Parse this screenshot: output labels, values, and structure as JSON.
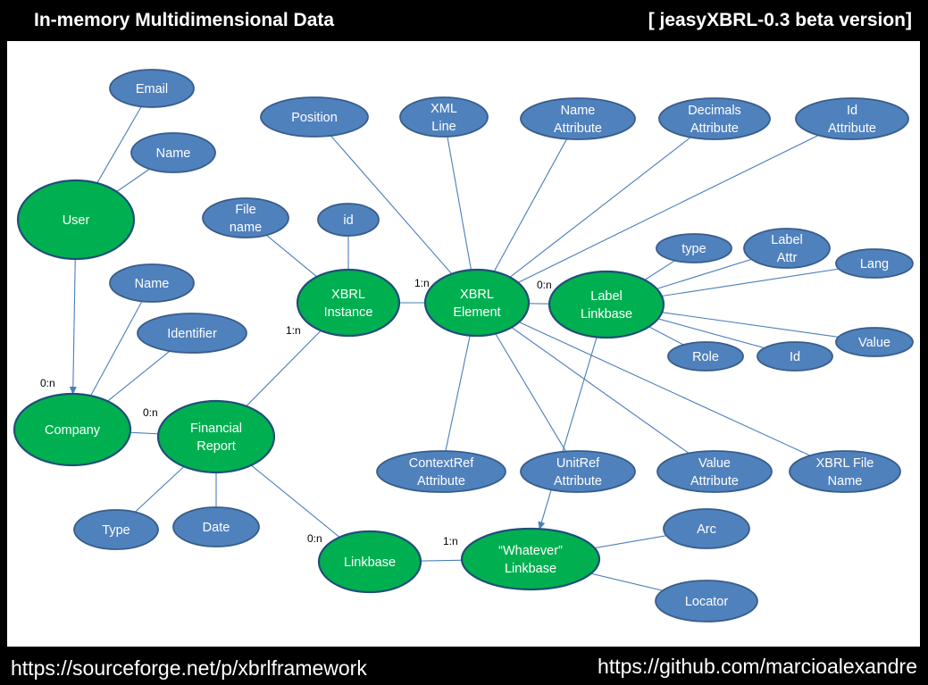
{
  "header": {
    "title": "In-memory Multidimensional Data",
    "version": "[ jeasyXBRL-0.3 beta version]"
  },
  "footer": {
    "left_url": "https://sourceforge.net/p/xbrlframework",
    "right_url": "https://github.com/marcioalexandre"
  },
  "colors": {
    "entity_fill": "#00b050",
    "entity_stroke": "#1f4e79",
    "attribute_fill": "#4f81bd",
    "attribute_stroke": "#385d8a",
    "line": "#4a7ebb"
  },
  "nodes": [
    {
      "id": "email",
      "kind": "attribute",
      "lines": [
        "Email"
      ]
    },
    {
      "id": "user-name",
      "kind": "attribute",
      "lines": [
        "Name"
      ]
    },
    {
      "id": "user",
      "kind": "entity",
      "lines": [
        "User"
      ]
    },
    {
      "id": "company-name",
      "kind": "attribute",
      "lines": [
        "Name"
      ]
    },
    {
      "id": "identifier",
      "kind": "attribute",
      "lines": [
        "Identifier"
      ]
    },
    {
      "id": "company",
      "kind": "entity",
      "lines": [
        "Company"
      ]
    },
    {
      "id": "financial-report",
      "kind": "entity",
      "lines": [
        "Financial",
        "Report"
      ]
    },
    {
      "id": "type-fr",
      "kind": "attribute",
      "lines": [
        "Type"
      ]
    },
    {
      "id": "date",
      "kind": "attribute",
      "lines": [
        "Date"
      ]
    },
    {
      "id": "file-name",
      "kind": "attribute",
      "lines": [
        "File",
        "name"
      ]
    },
    {
      "id": "instance-id",
      "kind": "attribute",
      "lines": [
        "id"
      ]
    },
    {
      "id": "xbrl-instance",
      "kind": "entity",
      "lines": [
        "XBRL",
        "Instance"
      ]
    },
    {
      "id": "position",
      "kind": "attribute",
      "lines": [
        "Position"
      ]
    },
    {
      "id": "xml-line",
      "kind": "attribute",
      "lines": [
        "XML",
        "Line"
      ]
    },
    {
      "id": "name-attribute",
      "kind": "attribute",
      "lines": [
        "Name",
        "Attribute"
      ]
    },
    {
      "id": "decimals-attribute",
      "kind": "attribute",
      "lines": [
        "Decimals",
        "Attribute"
      ]
    },
    {
      "id": "id-attribute",
      "kind": "attribute",
      "lines": [
        "Id",
        "Attribute"
      ]
    },
    {
      "id": "xbrl-element",
      "kind": "entity",
      "lines": [
        "XBRL",
        "Element"
      ]
    },
    {
      "id": "label-linkbase",
      "kind": "entity",
      "lines": [
        "Label",
        "Linkbase"
      ]
    },
    {
      "id": "label-type",
      "kind": "attribute",
      "lines": [
        "type"
      ]
    },
    {
      "id": "label-attr",
      "kind": "attribute",
      "lines": [
        "Label",
        "Attr"
      ]
    },
    {
      "id": "lang",
      "kind": "attribute",
      "lines": [
        "Lang"
      ]
    },
    {
      "id": "label-value",
      "kind": "attribute",
      "lines": [
        "Value"
      ]
    },
    {
      "id": "role",
      "kind": "attribute",
      "lines": [
        "Role"
      ]
    },
    {
      "id": "label-id",
      "kind": "attribute",
      "lines": [
        "Id"
      ]
    },
    {
      "id": "contextref-attribute",
      "kind": "attribute",
      "lines": [
        "ContextRef",
        "Attribute"
      ]
    },
    {
      "id": "unitref-attribute",
      "kind": "attribute",
      "lines": [
        "UnitRef",
        "Attribute"
      ]
    },
    {
      "id": "value-attribute",
      "kind": "attribute",
      "lines": [
        "Value",
        "Attribute"
      ]
    },
    {
      "id": "xbrl-file-name",
      "kind": "attribute",
      "lines": [
        "XBRL File",
        "Name"
      ]
    },
    {
      "id": "linkbase",
      "kind": "entity",
      "lines": [
        "Linkbase"
      ]
    },
    {
      "id": "whatever-linkbase",
      "kind": "entity",
      "lines": [
        "“Whatever”",
        "Linkbase"
      ]
    },
    {
      "id": "arc",
      "kind": "attribute",
      "lines": [
        "Arc"
      ]
    },
    {
      "id": "locator",
      "kind": "attribute",
      "lines": [
        "Locator"
      ]
    }
  ],
  "edges": [
    {
      "from": "user",
      "to": "email"
    },
    {
      "from": "user",
      "to": "user-name"
    },
    {
      "from": "user",
      "to": "company",
      "arrow": true
    },
    {
      "from": "company",
      "to": "company-name"
    },
    {
      "from": "company",
      "to": "identifier"
    },
    {
      "from": "company",
      "to": "financial-report"
    },
    {
      "from": "financial-report",
      "to": "type-fr"
    },
    {
      "from": "financial-report",
      "to": "date"
    },
    {
      "from": "financial-report",
      "to": "xbrl-instance"
    },
    {
      "from": "financial-report",
      "to": "linkbase"
    },
    {
      "from": "xbrl-instance",
      "to": "file-name"
    },
    {
      "from": "xbrl-instance",
      "to": "instance-id"
    },
    {
      "from": "xbrl-instance",
      "to": "xbrl-element"
    },
    {
      "from": "xbrl-element",
      "to": "position"
    },
    {
      "from": "xbrl-element",
      "to": "xml-line"
    },
    {
      "from": "xbrl-element",
      "to": "name-attribute"
    },
    {
      "from": "xbrl-element",
      "to": "decimals-attribute"
    },
    {
      "from": "xbrl-element",
      "to": "id-attribute"
    },
    {
      "from": "xbrl-element",
      "to": "label-linkbase"
    },
    {
      "from": "xbrl-element",
      "to": "contextref-attribute"
    },
    {
      "from": "xbrl-element",
      "to": "unitref-attribute"
    },
    {
      "from": "xbrl-element",
      "to": "value-attribute"
    },
    {
      "from": "xbrl-element",
      "to": "xbrl-file-name"
    },
    {
      "from": "label-linkbase",
      "to": "label-type"
    },
    {
      "from": "label-linkbase",
      "to": "label-attr"
    },
    {
      "from": "label-linkbase",
      "to": "lang"
    },
    {
      "from": "label-linkbase",
      "to": "label-value"
    },
    {
      "from": "label-linkbase",
      "to": "role"
    },
    {
      "from": "label-linkbase",
      "to": "label-id"
    },
    {
      "from": "label-linkbase",
      "to": "whatever-linkbase",
      "arrow": true
    },
    {
      "from": "linkbase",
      "to": "whatever-linkbase"
    },
    {
      "from": "whatever-linkbase",
      "to": "arc"
    },
    {
      "from": "whatever-linkbase",
      "to": "locator"
    }
  ],
  "cardinalities": [
    {
      "id": "user-company",
      "text": "0:n"
    },
    {
      "id": "company-report",
      "text": "0:n"
    },
    {
      "id": "report-instance",
      "text": "1:n"
    },
    {
      "id": "instance-element",
      "text": "1:n"
    },
    {
      "id": "element-label",
      "text": "0:n"
    },
    {
      "id": "report-linkbase",
      "text": "0:n"
    },
    {
      "id": "linkbase-whatever",
      "text": "1:n"
    }
  ]
}
